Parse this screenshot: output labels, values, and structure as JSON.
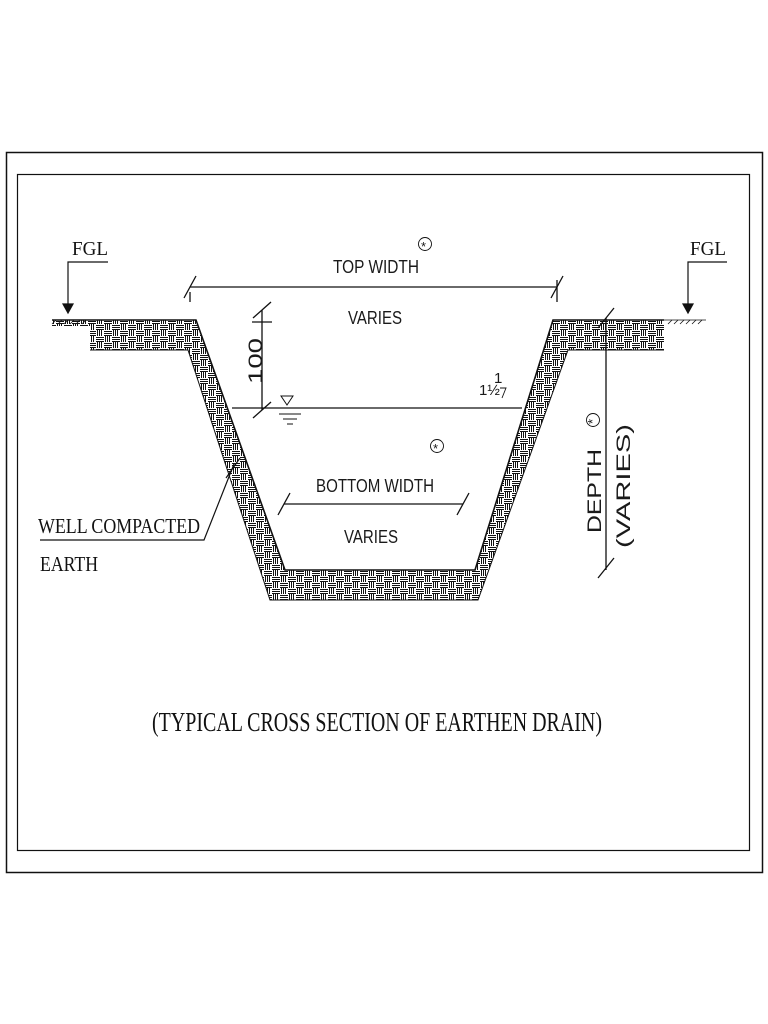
{
  "labels": {
    "fgl_left": "FGL",
    "fgl_right": "FGL",
    "top_width": "TOP WIDTH",
    "top_width_varies": "VARIES",
    "bottom_width": "BOTTOM WIDTH",
    "bottom_width_varies": "VARIES",
    "freeboard": "100",
    "slope_rise": "1",
    "slope_run": "1½",
    "depth": "DEPTH",
    "depth_varies": "(VARIES)",
    "note_symbol": "*",
    "material_line1": "WELL COMPACTED",
    "material_line2": "EARTH",
    "title": "(TYPICAL CROSS SECTION OF EARTHEN DRAIN)"
  },
  "colors": {
    "line": "#111111",
    "background": "#ffffff"
  },
  "icons": [
    "water-level-symbol",
    "ground-level-triangle",
    "note-circle-asterisk"
  ]
}
